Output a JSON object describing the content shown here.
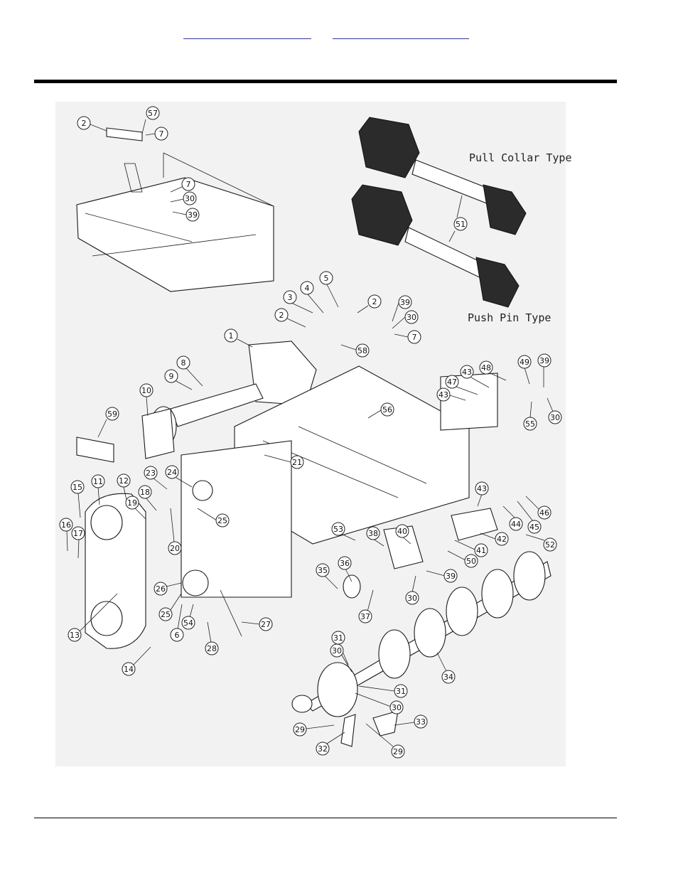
{
  "header": {
    "links": [
      "",
      ""
    ]
  },
  "diagram": {
    "labels": {
      "pull_collar": "Pull Collar Type",
      "push_pin": "Push Pin Type"
    },
    "callouts": [
      "57",
      "7",
      "2",
      "7",
      "30",
      "39",
      "5",
      "4",
      "3",
      "2",
      "39",
      "30",
      "7",
      "2",
      "58",
      "1",
      "8",
      "9",
      "10",
      "59",
      "56",
      "49",
      "39",
      "48",
      "43",
      "47",
      "43",
      "55",
      "30",
      "21",
      "23",
      "24",
      "15",
      "11",
      "12",
      "18",
      "19",
      "25",
      "20",
      "43",
      "46",
      "44",
      "45",
      "42",
      "53",
      "38",
      "40",
      "41",
      "52",
      "50",
      "16",
      "17",
      "26",
      "35",
      "36",
      "39",
      "30",
      "25",
      "37",
      "6",
      "54",
      "27",
      "13",
      "28",
      "14",
      "31",
      "30",
      "34",
      "31",
      "30",
      "33",
      "29",
      "29",
      "32",
      "51"
    ]
  }
}
